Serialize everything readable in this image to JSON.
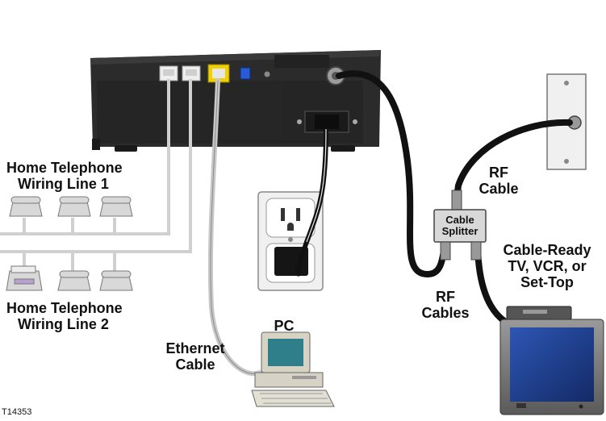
{
  "labels": {
    "home_line1": [
      "Home Telephone",
      "Wiring Line 1"
    ],
    "home_line2": [
      "Home Telephone",
      "Wiring Line 2"
    ],
    "rf_cable": [
      "RF",
      "Cable"
    ],
    "cable_splitter": [
      "Cable",
      "Splitter"
    ],
    "cable_ready": [
      "Cable-Ready",
      "TV, VCR, or",
      "Set-Top"
    ],
    "rf_cables": [
      "RF",
      "Cables"
    ],
    "pc": "PC",
    "ethernet_cable": [
      "Ethernet",
      "Cable"
    ]
  },
  "figure_id": "T14353",
  "colors": {
    "modem_body": "#2b2b2b",
    "cable_black": "#111111",
    "cable_grey": "#c8c8c8",
    "phone_line": "#d0d0d0",
    "wall_plate": "#f0f0f0",
    "tv_screen": "#1e3c8c",
    "ethernet_port": "#f0d000",
    "usb_port": "#2a5bd7"
  }
}
